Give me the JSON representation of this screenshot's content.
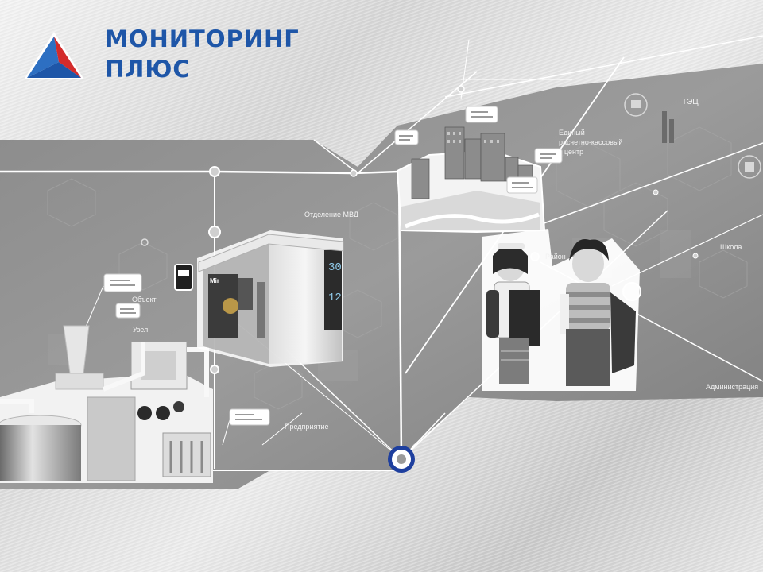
{
  "brand": {
    "line1": "МОНИТОРИНГ",
    "line2": "ПЛЮС",
    "color": "#1e56a8",
    "logo_colors": [
      "#1e56a8",
      "#d32b2b",
      "#2d6fc2"
    ]
  },
  "map_labels": {
    "tec": "ТЭЦ",
    "rkc_1": "Единый",
    "rkc_2": "расчетно-кассовый",
    "rkc_3": "центр",
    "mvd": "Отделение МВД",
    "school": "Школа",
    "object": "Объект",
    "node": "Узел",
    "enterprise": "Предприятие",
    "admin": "Администрация",
    "district": "Район"
  },
  "kiosk": {
    "screen_top": "30",
    "screen_bottom": "12",
    "logo": "Mir"
  },
  "colors": {
    "map_band": "#8e8e8e",
    "hub": "#1e3f9e",
    "lines": "#ffffff"
  }
}
